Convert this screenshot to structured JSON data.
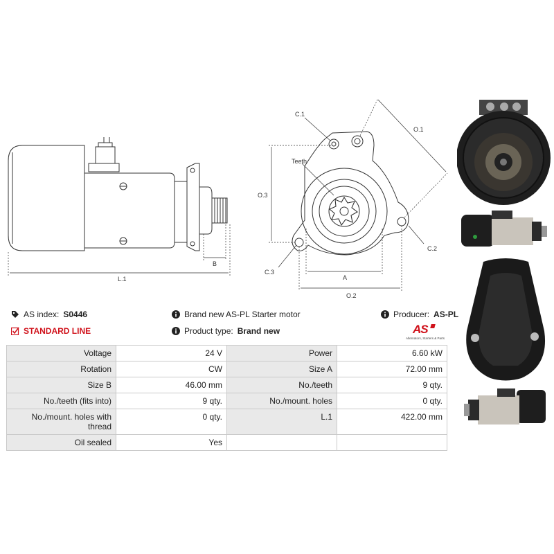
{
  "drawing_labels": {
    "l1": "L.1",
    "b": "B",
    "c1": "C.1",
    "c2": "C.2",
    "c3": "C.3",
    "o1": "O.1",
    "o2": "O.2",
    "o3": "O.3",
    "a": "A",
    "teeth": "Teeth"
  },
  "info": {
    "as_index_label": "AS index:",
    "as_index_value": "S0446",
    "description": "Brand new AS-PL Starter motor",
    "producer_label": "Producer:",
    "producer_value": "AS-PL",
    "line": "STANDARD LINE",
    "product_type_label": "Product type:",
    "product_type_value": "Brand new"
  },
  "logo": {
    "text": "AS",
    "tagline": "Alternators, Starters & Parts",
    "color": "#d0121b"
  },
  "specs": [
    {
      "l1": "Voltage",
      "v1": "24 V",
      "l2": "Power",
      "v2": "6.60 kW"
    },
    {
      "l1": "Rotation",
      "v1": "CW",
      "l2": "Size A",
      "v2": "72.00 mm"
    },
    {
      "l1": "Size B",
      "v1": "46.00 mm",
      "l2": "No./teeth",
      "v2": "9 qty."
    },
    {
      "l1": "No./teeth (fits into)",
      "v1": "9 qty.",
      "l2": "No./mount. holes",
      "v2": "0 qty."
    },
    {
      "l1": "No./mount. holes with thread",
      "v1": "0 qty.",
      "l2": "L.1",
      "v2": "422.00 mm"
    },
    {
      "l1": "Oil sealed",
      "v1": "Yes",
      "l2": "",
      "v2": ""
    }
  ]
}
